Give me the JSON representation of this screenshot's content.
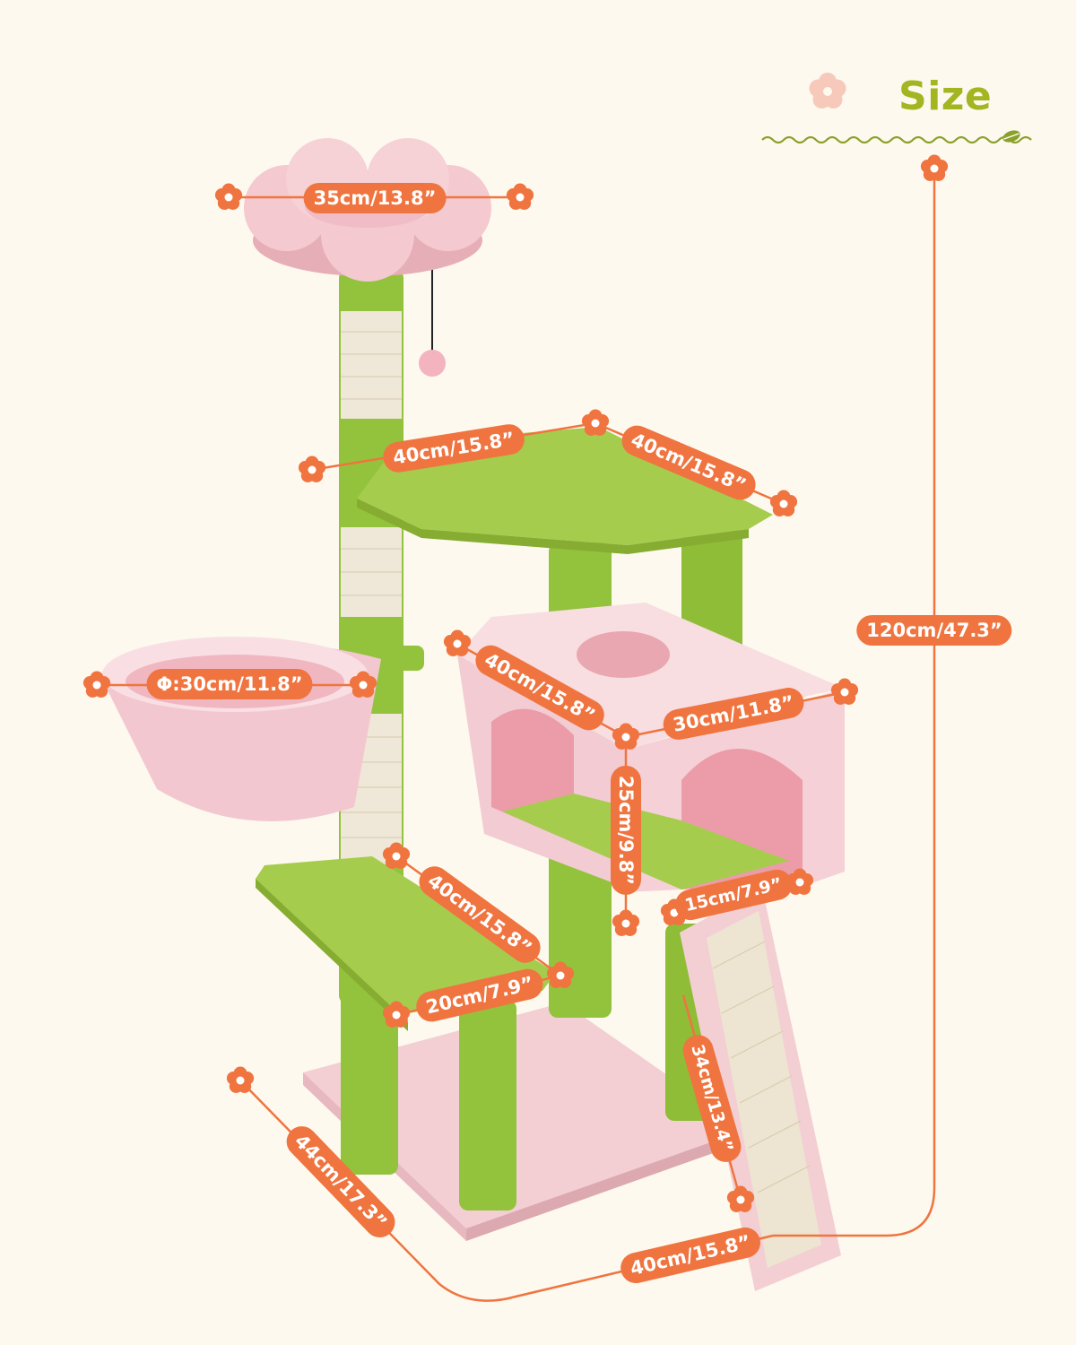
{
  "header": {
    "title": "Size",
    "flower_icon": "flower-icon",
    "leaf_icon": "leaf-icon"
  },
  "colors": {
    "accent": "#f0743f",
    "title": "#a3b520",
    "green": "#93c33c",
    "pink": "#f3cfd4",
    "sisal": "#efe8d8",
    "background": "#fdf9ef"
  },
  "dimensions": {
    "top_perch": "35cm/13.8”",
    "platform_front": "40cm/15.8”",
    "platform_side": "40cm/15.8”",
    "basket": "Φ:30cm/11.8”",
    "condo_depth": "40cm/15.8”",
    "condo_width": "30cm/11.8”",
    "condo_height": "25cm/9.8”",
    "ramp_width": "15cm/7.9”",
    "lower_length": "40cm/15.8”",
    "lower_width": "20cm/7.9”",
    "ramp_length": "34cm/13.4”",
    "total_height": "120cm/47.3”",
    "base_depth": "44cm/17.3”",
    "base_width": "40cm/15.8”"
  }
}
